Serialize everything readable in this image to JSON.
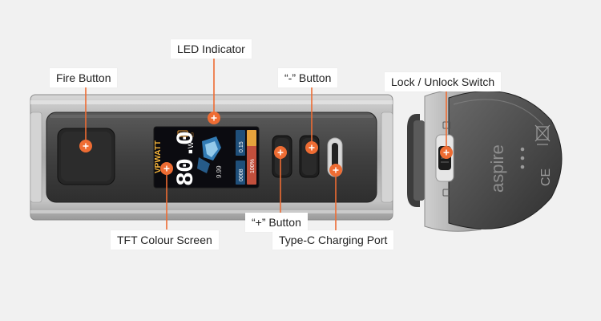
{
  "labels": {
    "led_indicator": "LED Indicator",
    "fire_button": "Fire Button",
    "minus_button": "“-” Button",
    "lock_unlock_switch": "Lock / Unlock Switch",
    "plus_button": "“+” Button",
    "tft_colour_screen": "TFT Colour Screen",
    "type_c_charging_port": "Type-C Charging Port"
  },
  "screen": {
    "mode": "VPWATT",
    "wattage": "80.0",
    "unit": "W",
    "voltage": "9.99",
    "resistance": "0.15",
    "puffs": "0008",
    "battery": "100%"
  },
  "device_side": {
    "brand": "aspire",
    "mark": "CE"
  },
  "colors": {
    "accent": "#ee6c33",
    "background": "#f1f1f1",
    "label_bg": "#ffffff"
  }
}
